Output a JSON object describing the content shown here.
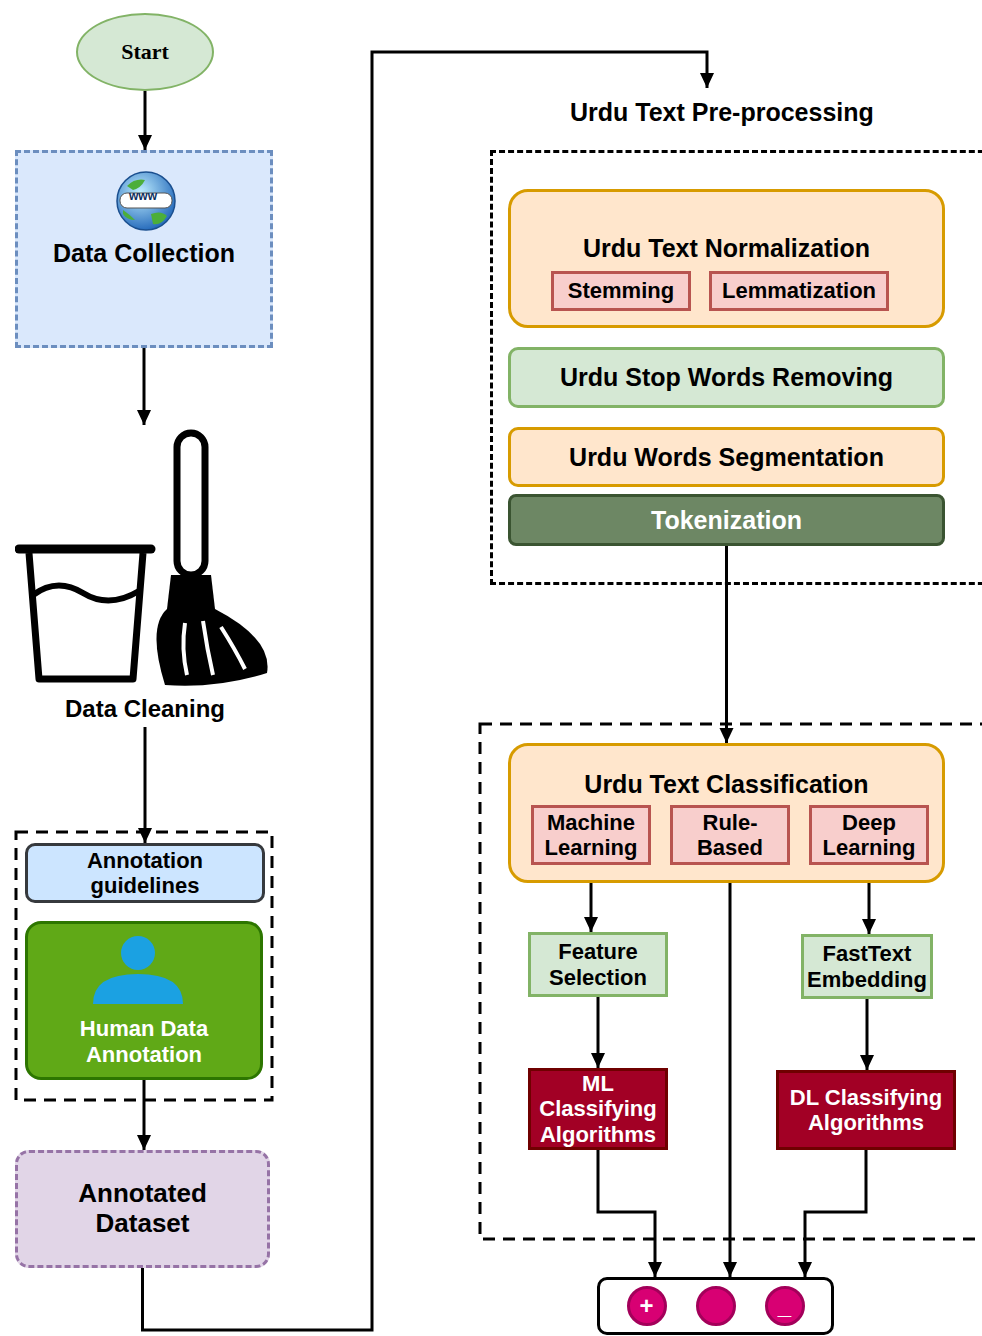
{
  "diagram": {
    "nodes": [
      {
        "text": [
          "Start"
        ]
      },
      {
        "text": [
          "Data Collection"
        ]
      },
      {
        "text": [
          "Data Cleaning"
        ]
      },
      {
        "text": [
          "Annotation guidelines"
        ]
      },
      {
        "text": [
          "Human Data Annotation"
        ]
      },
      {
        "text": [
          "Annotated Dataset"
        ]
      },
      {
        "text": [
          "Urdu Text Pre-processing"
        ]
      },
      {
        "text": [
          "Urdu Text Normalization"
        ],
        "in": 6
      },
      {
        "text": [
          "Stemming"
        ],
        "in": 7
      },
      {
        "text": [
          "Lemmatization"
        ],
        "in": 7
      },
      {
        "text": [
          "Urdu Stop Words Removing"
        ],
        "in": 6
      },
      {
        "text": [
          "Urdu Words Segmentation"
        ],
        "in": 6
      },
      {
        "text": [
          "Tokenization"
        ],
        "in": 6
      },
      {
        "text": [
          "Urdu Text Classification"
        ]
      },
      {
        "text": [
          "Machine Learning"
        ],
        "in": 13
      },
      {
        "text": [
          "Rule-Based"
        ],
        "in": 13
      },
      {
        "text": [
          "Deep Learning"
        ],
        "in": 13
      },
      {
        "text": [
          "Feature Selection"
        ]
      },
      {
        "text": [
          "FastText Embedding"
        ]
      },
      {
        "text": [
          "ML Classifying Algorithms"
        ]
      },
      {
        "text": [
          "DL Classifying Algorithms"
        ]
      },
      {
        "text": [
          "+",
          "_"
        ]
      }
    ],
    "edges": [
      {
        "from": 0,
        "to": 1,
        "arrow": "to"
      },
      {
        "from": 1,
        "to": 2,
        "arrow": "to"
      },
      {
        "from": 2,
        "to": 3,
        "arrow": "to"
      },
      {
        "from": 4,
        "to": 5,
        "arrow": "to"
      },
      {
        "from": 5,
        "to": 6,
        "arrow": "to"
      },
      {
        "from": 12,
        "to": 13,
        "arrow": "to"
      },
      {
        "from": 14,
        "to": 17,
        "arrow": "to"
      },
      {
        "from": 17,
        "to": 19,
        "arrow": "to"
      },
      {
        "from": 16,
        "to": 18,
        "arrow": "to"
      },
      {
        "from": 18,
        "to": 20,
        "arrow": "to"
      },
      {
        "from": 19,
        "to": 21,
        "arrow": "to"
      },
      {
        "from": 15,
        "to": 21,
        "arrow": "to"
      },
      {
        "from": 20,
        "to": 21,
        "arrow": "to"
      }
    ],
    "labels": [
      "www"
    ]
  }
}
